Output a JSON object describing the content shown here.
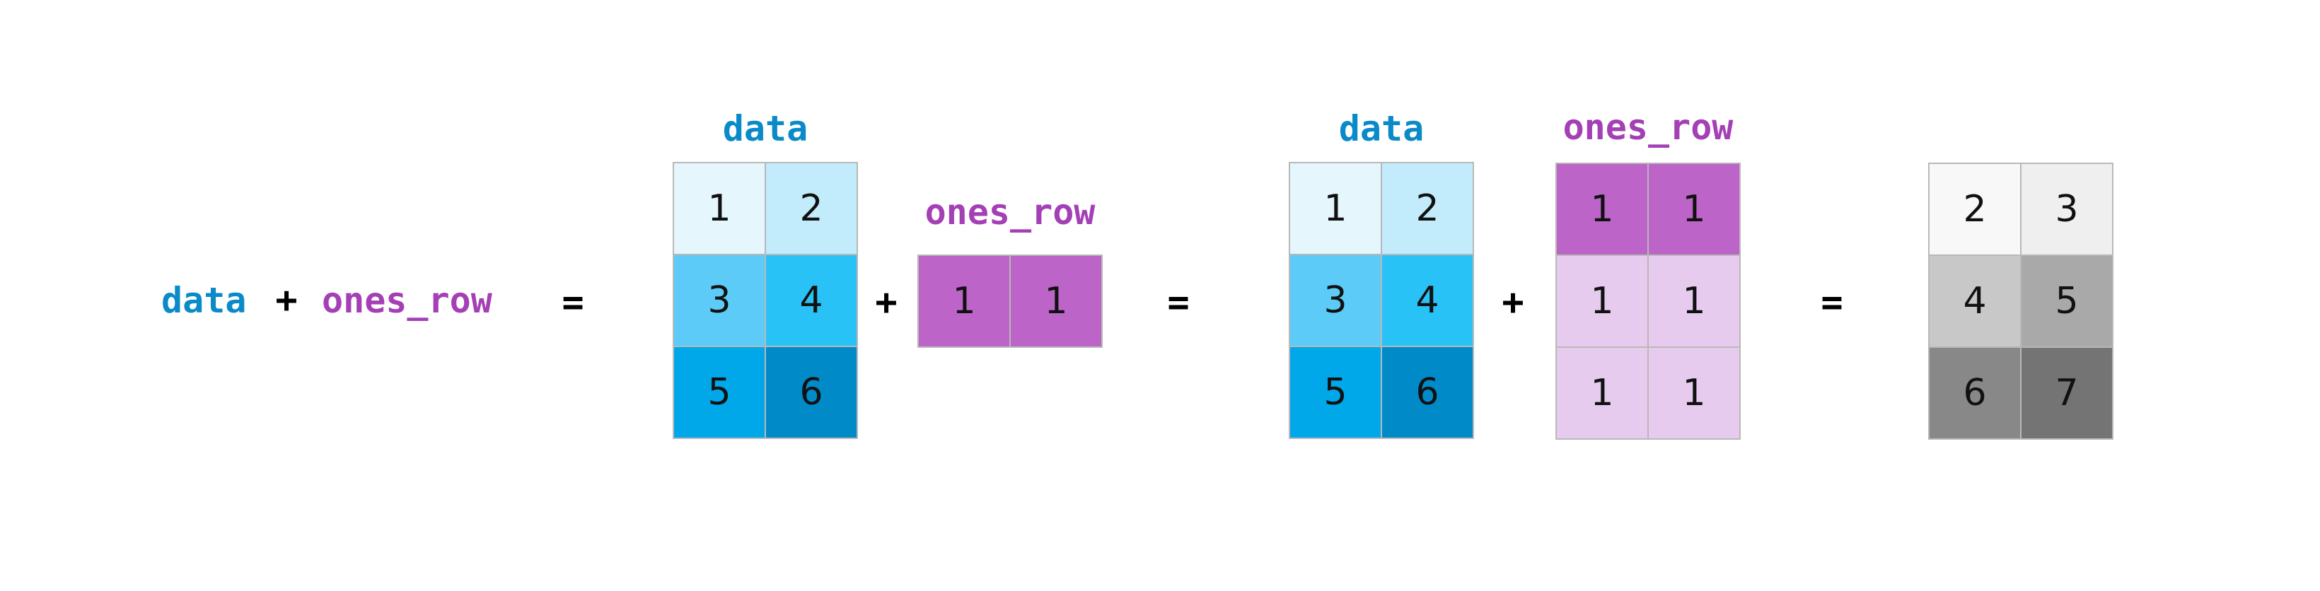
{
  "expression": {
    "left_name": "data",
    "plus": "+",
    "right_name": "ones_row",
    "equals": "="
  },
  "step1": {
    "data_label": "data",
    "data_matrix": [
      [
        "1",
        "2"
      ],
      [
        "3",
        "4"
      ],
      [
        "5",
        "6"
      ]
    ],
    "plus": "+",
    "ones_label": "ones_row",
    "ones_matrix": [
      [
        "1",
        "1"
      ]
    ],
    "equals": "="
  },
  "step2": {
    "data_label": "data",
    "data_matrix": [
      [
        "1",
        "2"
      ],
      [
        "3",
        "4"
      ],
      [
        "5",
        "6"
      ]
    ],
    "plus": "+",
    "ones_label": "ones_row",
    "ones_matrix": [
      [
        "1",
        "1"
      ],
      [
        "1",
        "1"
      ],
      [
        "1",
        "1"
      ]
    ],
    "equals": "="
  },
  "result": {
    "matrix": [
      [
        "2",
        "3"
      ],
      [
        "4",
        "5"
      ],
      [
        "6",
        "7"
      ]
    ]
  },
  "colors": {
    "label_blue": "#0a8ac8",
    "label_purple": "#a43fb5",
    "data_cells": [
      [
        "#e5f6fd",
        "#c2ebfb"
      ],
      [
        "#5ccbf7",
        "#29c2f6"
      ],
      [
        "#00a8e9",
        "#008ac8"
      ]
    ],
    "ones_row_cell": "#bc64c8",
    "ones_broadcast_cell": "#e6cbee",
    "result_cells": [
      [
        "#f8f8f8",
        "#efefef"
      ],
      [
        "#c8c8c8",
        "#a9a9a9"
      ],
      [
        "#888888",
        "#747474"
      ]
    ]
  }
}
